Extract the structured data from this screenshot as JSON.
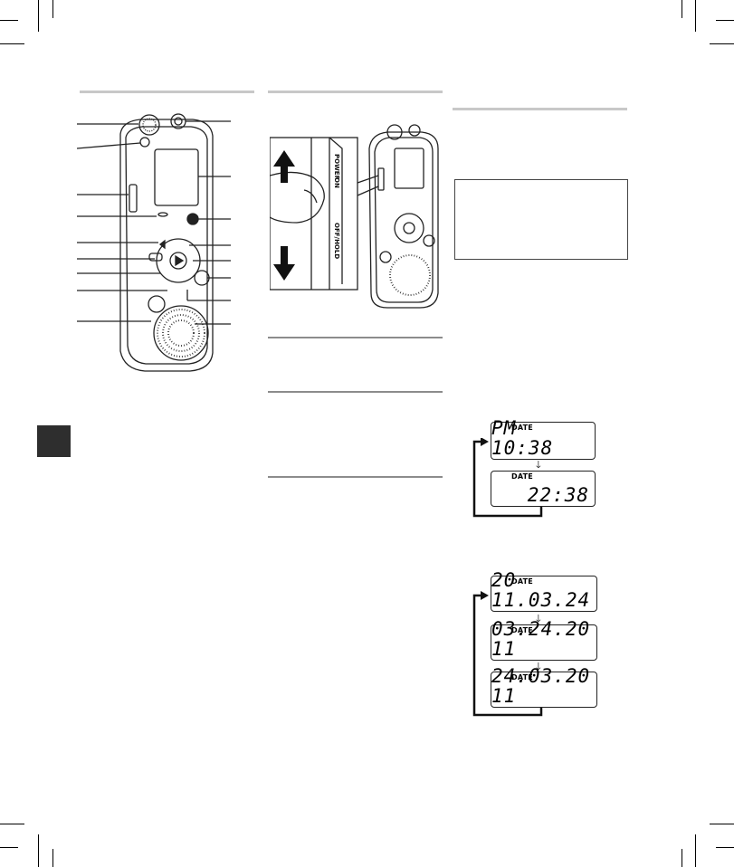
{
  "clock_formats": {
    "label": "DATE",
    "values": [
      "PM 10:38",
      "22:38"
    ]
  },
  "date_formats": {
    "label": "DATE",
    "values": [
      "20 11.03.24",
      "03.24.20 11",
      "24.03.20 11"
    ]
  },
  "slider_labels": {
    "power": "POWER",
    "on": "ON",
    "off_hold": "OFF/HOLD"
  }
}
